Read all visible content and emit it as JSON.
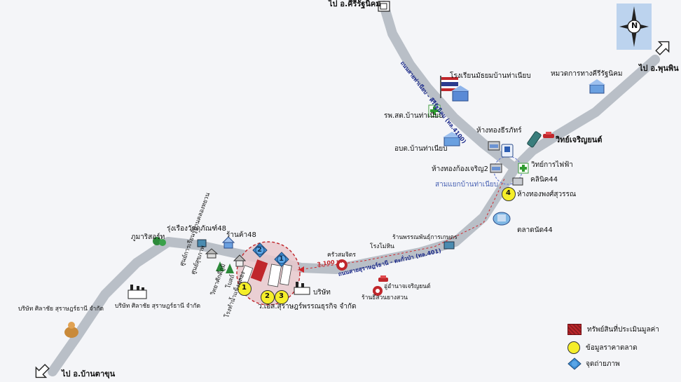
{
  "labels": {
    "to_srirat": "ไป อ.คีรีรัฐนิคม",
    "to_phunphin": "ไป อ.พุนพิน",
    "to_ban_ta_khun": "ไป อ.บ้านตาขุน",
    "school": "โรงเรียนมัธยมบ้านท่าเนียบ",
    "health_station": "รพ.สต.บ้านท่าเนียบ",
    "highway_unit": "หมวดการทางคีรีรัฐนิคม",
    "tambon_office": "อบต.บ้านท่าเนียบ",
    "gold_shop_1": "ห้างทองธีรภัทร์",
    "car_shop_1": "วิทย์เจริญยนต์",
    "gold_shop_2": "ห้างทองก้องเจริญ2",
    "electric": "วิทย์การไฟฟ้า",
    "intersection": "สามแยกบ้านท่าเนียบ",
    "clinic": "คลินิค44",
    "gold_shop_3": "ห้างทองพงศ์สุวรรณ",
    "market": "ตลาดนัด44",
    "resort": "ภูมาริสอร์ท",
    "construction_shop": "รุ่งเรืองวัสดุภัณฑ์48",
    "shop48": "ร้านค้า48",
    "agri_shop": "ร้านพรรณพันธุ์การเกษตร",
    "kitchen": "ครัวสมจิตร",
    "rice_mill": "โรงโม่หิน",
    "garage": "อู่อำนาจเจริญยนต์",
    "garden_shop": "ร้านธีสวนยางสวน",
    "company": "บริษัท",
    "company_full": "ว.เอส.สุราษฎร์พรรณธุรกิจ จำกัด",
    "silathai_1": "บริษัท ศิลาชัย สุราษฎร์ธานี จำกัด",
    "silathai_2": "บริษัท ศิลาชัย สุราษฎร์ธานี จำกัด",
    "youth_center": "ศูนย์การเรียนรู้บ้านคลองหยวน",
    "health_center": "ศูนย์สุขภาพ",
    "radio": "วิทยาศักดิ์ภูมิ",
    "church": "โบสถ์",
    "ice_factory": "โรงทำน้ำแข็งคลอง",
    "road_1": "ถนนสายท่าเนียบ - คีรีรัฐนิคม (ทล.4100)",
    "road_2": "ถนนสายสุราษฎร์ธานี - ตะกั่วป่า (ทล.401)",
    "distance": "3,100 ม."
  },
  "markers": {
    "market_points": [
      "1",
      "2",
      "3",
      "4"
    ],
    "photo_points": [
      "1",
      "2"
    ]
  },
  "compass_letter": "N",
  "legend": {
    "property": "ทรัพย์สินที่ประเมินมูลค่า",
    "market_data": "ข้อมูลราคาตลาด",
    "photo": "จุดถ่ายภาพ"
  },
  "colors": {
    "road": "#b9bfc7",
    "subject": "#c0262b",
    "market_marker": "#f5ee2a",
    "photo_marker": "#3d8fd6"
  }
}
